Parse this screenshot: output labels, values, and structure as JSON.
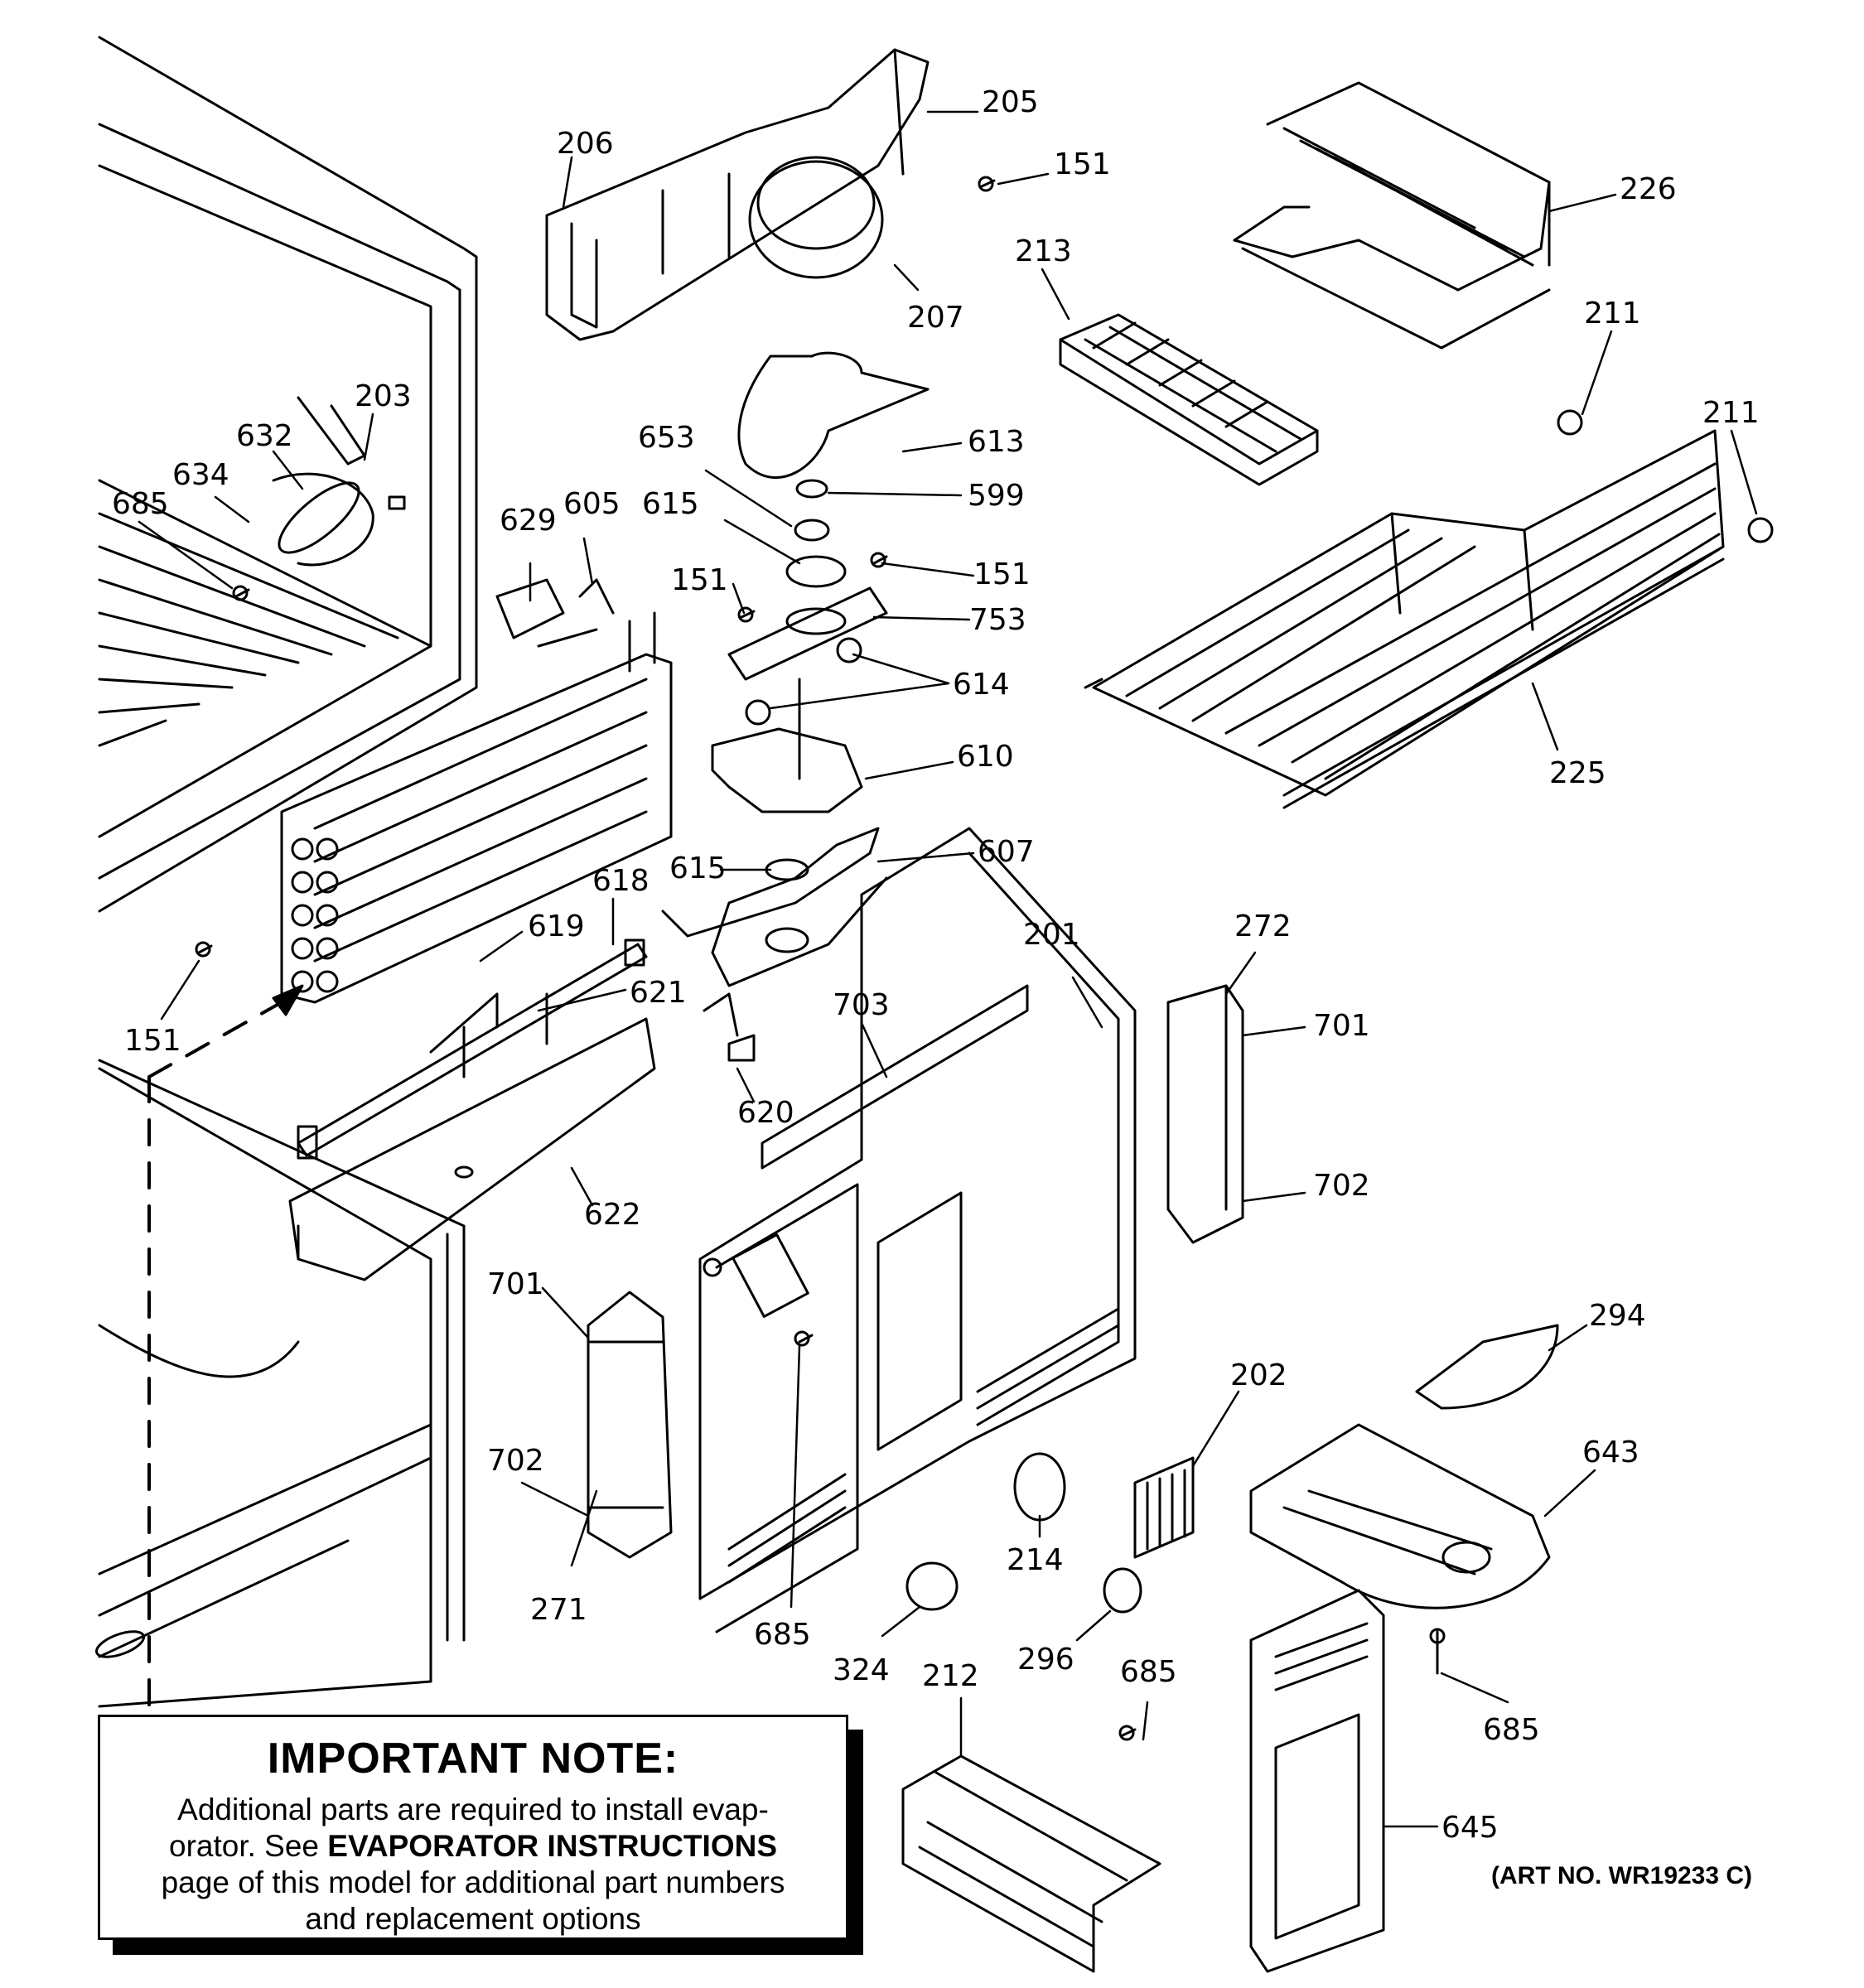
{
  "diagram": {
    "callouts": [
      {
        "id": "c205",
        "text": "205"
      },
      {
        "id": "c206",
        "text": "206"
      },
      {
        "id": "c151a",
        "text": "151"
      },
      {
        "id": "c226",
        "text": "226"
      },
      {
        "id": "c213",
        "text": "213"
      },
      {
        "id": "c207",
        "text": "207"
      },
      {
        "id": "c211a",
        "text": "211"
      },
      {
        "id": "c211b",
        "text": "211"
      },
      {
        "id": "c203",
        "text": "203"
      },
      {
        "id": "c632",
        "text": "632"
      },
      {
        "id": "c634",
        "text": "634"
      },
      {
        "id": "c685a",
        "text": "685"
      },
      {
        "id": "c653",
        "text": "653"
      },
      {
        "id": "c613",
        "text": "613"
      },
      {
        "id": "c599",
        "text": "599"
      },
      {
        "id": "c615a",
        "text": "615"
      },
      {
        "id": "c629",
        "text": "629"
      },
      {
        "id": "c605",
        "text": "605"
      },
      {
        "id": "c151b",
        "text": "151"
      },
      {
        "id": "c151c",
        "text": "151"
      },
      {
        "id": "c753",
        "text": "753"
      },
      {
        "id": "c614",
        "text": "614"
      },
      {
        "id": "c610",
        "text": "610"
      },
      {
        "id": "c225",
        "text": "225"
      },
      {
        "id": "c615b",
        "text": "615"
      },
      {
        "id": "c607",
        "text": "607"
      },
      {
        "id": "c618",
        "text": "618"
      },
      {
        "id": "c619",
        "text": "619"
      },
      {
        "id": "c621",
        "text": "621"
      },
      {
        "id": "c703",
        "text": "703"
      },
      {
        "id": "c201",
        "text": "201"
      },
      {
        "id": "c272",
        "text": "272"
      },
      {
        "id": "c701a",
        "text": "701"
      },
      {
        "id": "c151d",
        "text": "151"
      },
      {
        "id": "c620",
        "text": "620"
      },
      {
        "id": "c702a",
        "text": "702"
      },
      {
        "id": "c622",
        "text": "622"
      },
      {
        "id": "c701b",
        "text": "701"
      },
      {
        "id": "c294",
        "text": "294"
      },
      {
        "id": "c202",
        "text": "202"
      },
      {
        "id": "c643",
        "text": "643"
      },
      {
        "id": "c702b",
        "text": "702"
      },
      {
        "id": "c214",
        "text": "214"
      },
      {
        "id": "c271",
        "text": "271"
      },
      {
        "id": "c685b",
        "text": "685"
      },
      {
        "id": "c324",
        "text": "324"
      },
      {
        "id": "c212",
        "text": "212"
      },
      {
        "id": "c296",
        "text": "296"
      },
      {
        "id": "c685c",
        "text": "685"
      },
      {
        "id": "c685d",
        "text": "685"
      },
      {
        "id": "c645",
        "text": "645"
      }
    ]
  },
  "note": {
    "title": "IMPORTANT NOTE:",
    "line1": "Additional parts are required to install evap-",
    "line2a": "orator.  See ",
    "line2b": "EVAPORATOR INSTRUCTIONS",
    "line3": "page of this model for additional part numbers",
    "line4": "and replacement options"
  },
  "art_number": "(ART NO. WR19233 C)"
}
